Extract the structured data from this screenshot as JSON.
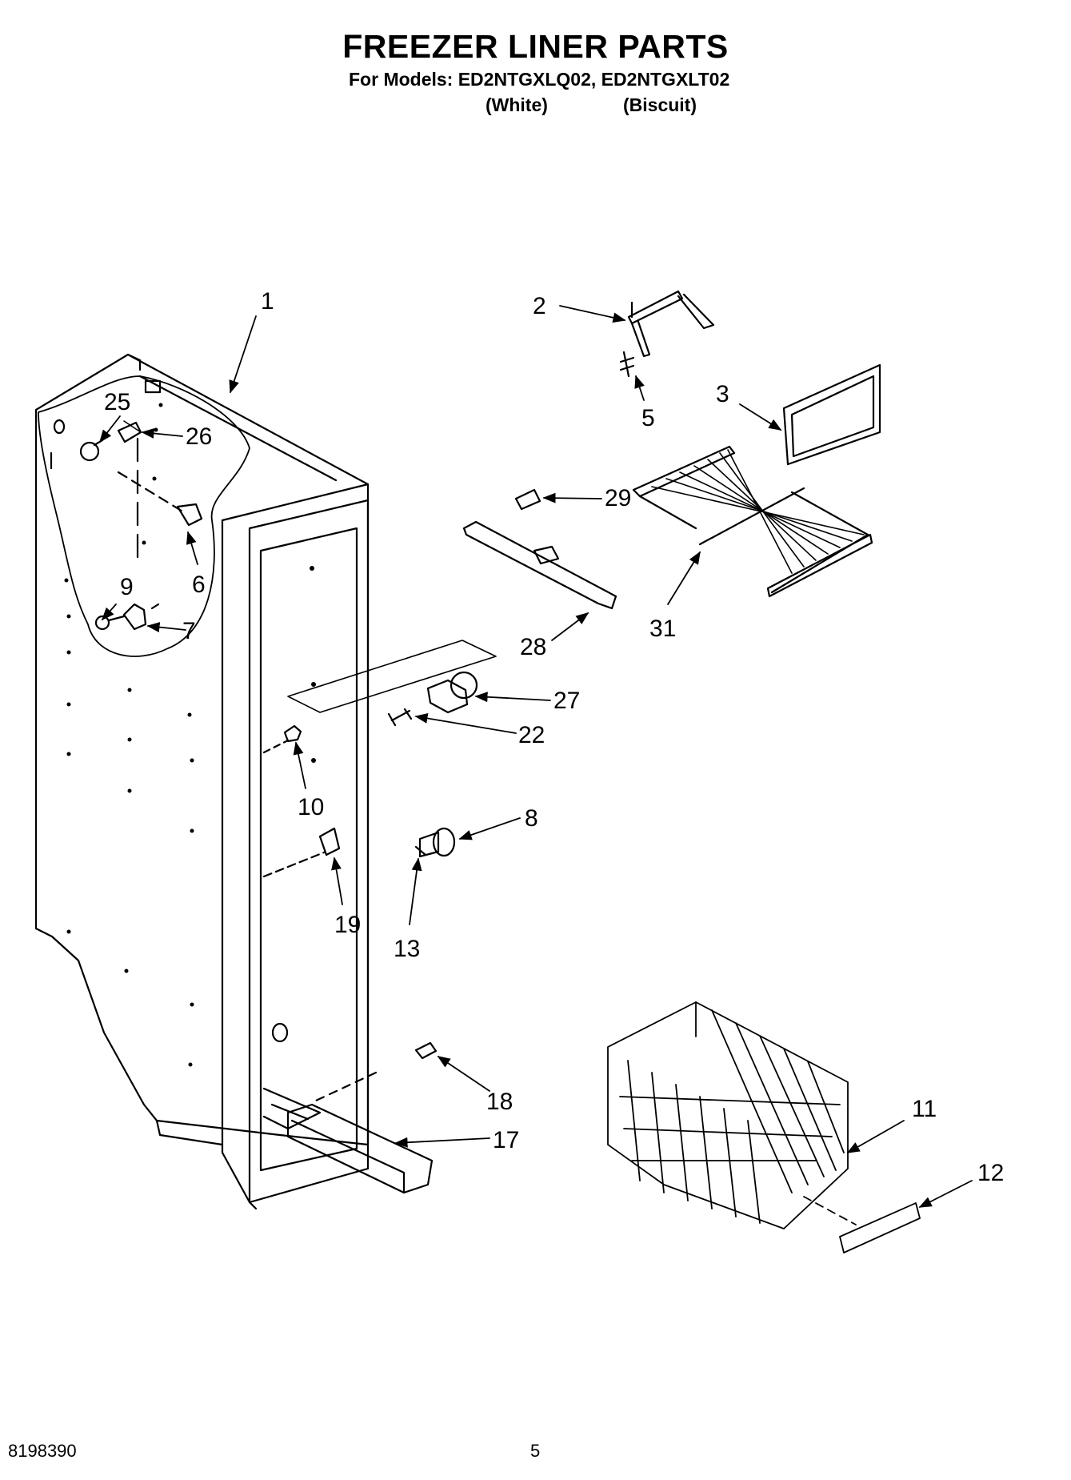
{
  "header": {
    "title": "FREEZER LINER PARTS",
    "models_line": "For Models: ED2NTGXLQ02, ED2NTGXLT02",
    "color_1": "(White)",
    "color_2": "(Biscuit)"
  },
  "footer": {
    "doc_number": "8198390",
    "page_number": "5"
  },
  "callouts": [
    "1",
    "2",
    "3",
    "5",
    "25",
    "26",
    "29",
    "6",
    "9",
    "7",
    "28",
    "31",
    "27",
    "22",
    "10",
    "8",
    "19",
    "13",
    "18",
    "17",
    "11",
    "12"
  ]
}
